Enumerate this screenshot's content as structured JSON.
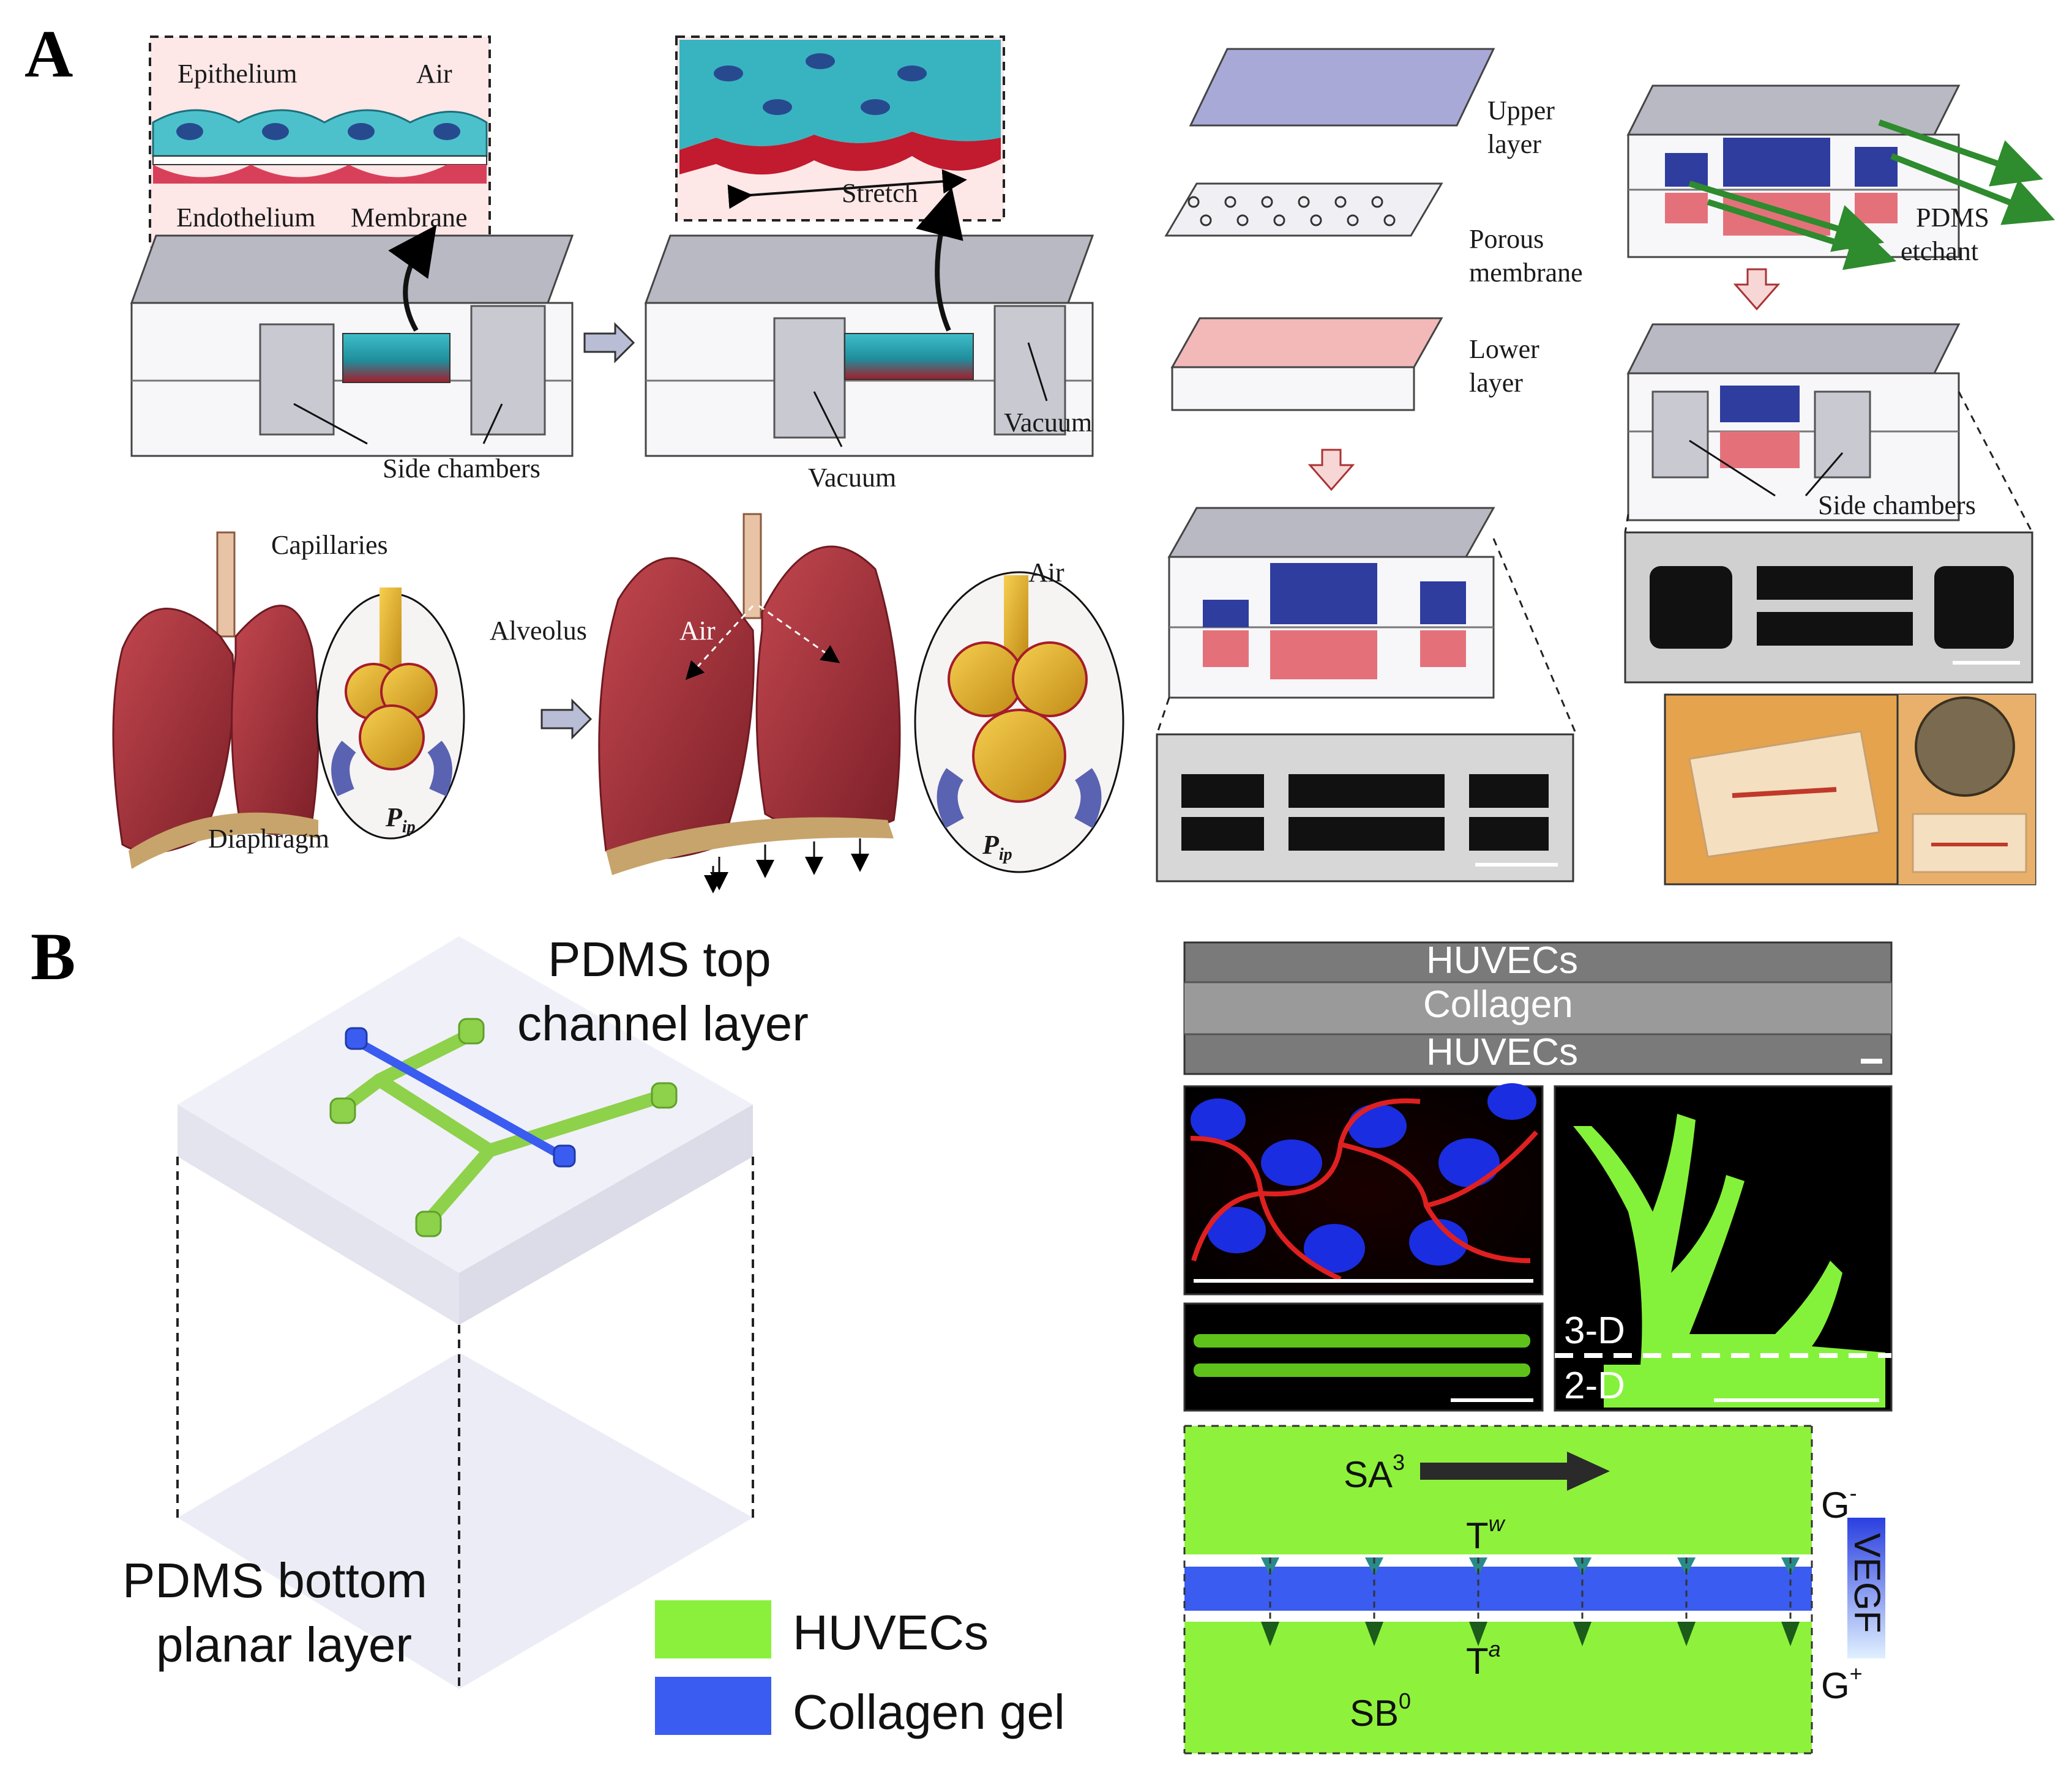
{
  "panels": {
    "a": "A",
    "b": "B"
  },
  "a": {
    "inset1": {
      "epithelium": "Epithelium",
      "air": "Air",
      "endothelium": "Endothelium",
      "membrane": "Membrane"
    },
    "inset2": {
      "stretch": "Stretch"
    },
    "chip1": {
      "side_chambers": "Side chambers"
    },
    "chip2": {
      "vacuum_left": "Vacuum",
      "vacuum_right": "Vacuum"
    },
    "lungs": {
      "capillaries": "Capillaries",
      "alveolus": "Alveolus",
      "diaphragm": "Diaphragm",
      "p": "P",
      "p_sub": "ip",
      "air_left": "Air",
      "air_right": "Air"
    },
    "layers": {
      "upper": [
        "Upper",
        "layer"
      ],
      "porous": [
        "Porous",
        "membrane"
      ],
      "lower": [
        "Lower",
        "layer"
      ]
    },
    "etch": {
      "text": [
        "PDMS",
        "etchant"
      ],
      "side_chambers": "Side chambers"
    }
  },
  "b": {
    "top_layer": [
      "PDMS top",
      "channel layer"
    ],
    "bottom_layer": [
      "PDMS bottom",
      "planar layer"
    ],
    "legend": [
      {
        "label": "HUVECs",
        "color": "#8af03c"
      },
      {
        "label": "Collagen gel",
        "color": "#3a5cf0"
      }
    ],
    "phase": {
      "top": "HUVECs",
      "middle": "Collagen",
      "bottom": "HUVECs"
    },
    "confocal": {
      "upper": "3-D",
      "lower": "2-D"
    },
    "schematic": {
      "sa": "SA",
      "sa_sup": "3",
      "sb": "SB",
      "sb_sup": "0",
      "tw": "T",
      "tw_sup": "w",
      "ta": "T",
      "ta_sup": "a",
      "gminus": "G",
      "gminus_sup": "-",
      "gplus": "G",
      "gplus_sup": "+",
      "vegf": "VEGF"
    }
  },
  "colors": {
    "huvec_green": "#8af03c",
    "collagen_blue": "#3a5cf0",
    "tissue_red": "#a4343c",
    "chip_grey": "#b8b8c4"
  }
}
